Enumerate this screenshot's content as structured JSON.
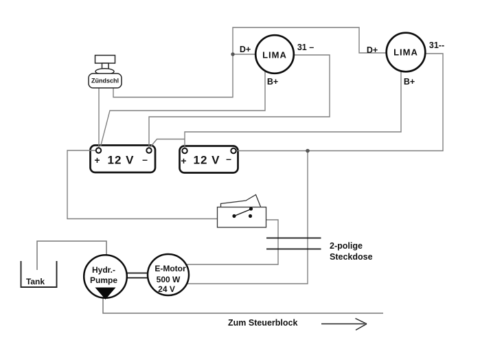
{
  "diagram": {
    "ignition_switch": {
      "label": "Zündschl"
    },
    "alternator_1": {
      "label": "LIMA",
      "terminal_dplus": "D+",
      "terminal_31": "31 –",
      "terminal_bplus": "B+"
    },
    "alternator_2": {
      "label": "LIMA",
      "terminal_dplus": "D+",
      "terminal_31": "31--",
      "terminal_bplus": "B+"
    },
    "battery_1": {
      "plus": "+",
      "label": "12 V",
      "minus": "–"
    },
    "battery_2": {
      "plus": "+",
      "label": "12 V",
      "minus": "–"
    },
    "socket": {
      "label_line1": "2-polige",
      "label_line2": "Steckdose"
    },
    "tank": {
      "label": "Tank"
    },
    "pump": {
      "label_line1": "Hydr.-",
      "label_line2": "Pumpe"
    },
    "motor": {
      "label_line1": "E-Motor",
      "label_line2": "500 W",
      "label_line3": "24 V"
    },
    "flow_annotation": {
      "label": "Zum Steuerblock"
    },
    "colors": {
      "wire": "#7f7f7f",
      "outline": "#111111",
      "text": "#111111",
      "background": "#ffffff"
    }
  }
}
